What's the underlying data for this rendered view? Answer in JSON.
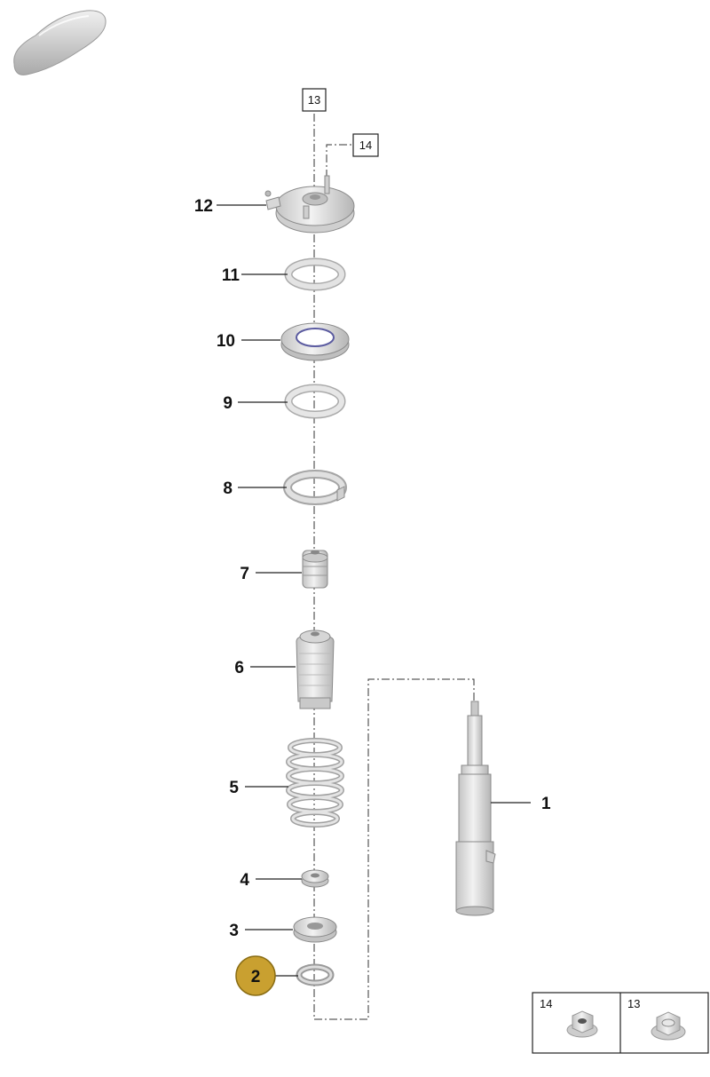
{
  "theme": {
    "highlight_fill": "#c9a030",
    "highlight_stroke": "#8a6d14",
    "part_fill": "#dedede",
    "part_dark": "#b8b8b8"
  },
  "thumbnail": {
    "icon": "car-silhouette-icon"
  },
  "reference_boxes": {
    "top_axis": "13",
    "top_side": "14"
  },
  "callouts": [
    {
      "num": "1",
      "part": "shock-absorber"
    },
    {
      "num": "2",
      "part": "washer",
      "highlighted": true
    },
    {
      "num": "3",
      "part": "spring-seat"
    },
    {
      "num": "4",
      "part": "bump-stop-ring"
    },
    {
      "num": "5",
      "part": "coil-spring"
    },
    {
      "num": "6",
      "part": "protective-boot"
    },
    {
      "num": "7",
      "part": "bump-stop"
    },
    {
      "num": "8",
      "part": "spring-pad"
    },
    {
      "num": "9",
      "part": "ring"
    },
    {
      "num": "10",
      "part": "bearing"
    },
    {
      "num": "11",
      "part": "ring"
    },
    {
      "num": "12",
      "part": "strut-mount"
    }
  ],
  "legend": [
    {
      "num": "14",
      "part": "nut"
    },
    {
      "num": "13",
      "part": "nut"
    }
  ]
}
